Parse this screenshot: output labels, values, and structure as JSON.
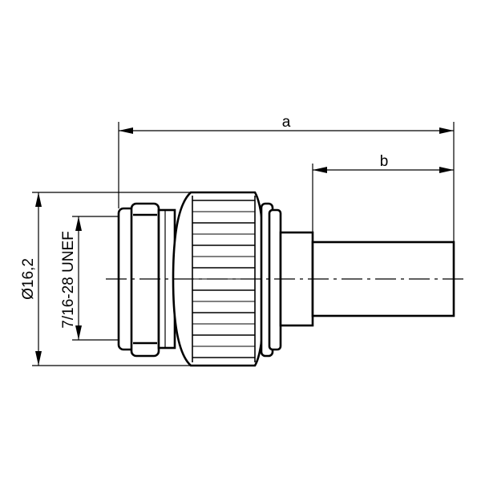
{
  "drawing": {
    "dimension_labels": {
      "overall_length": "a",
      "cable_length": "b",
      "diameter": "Ø16,2",
      "thread": "7/16-28 UNEF"
    }
  }
}
